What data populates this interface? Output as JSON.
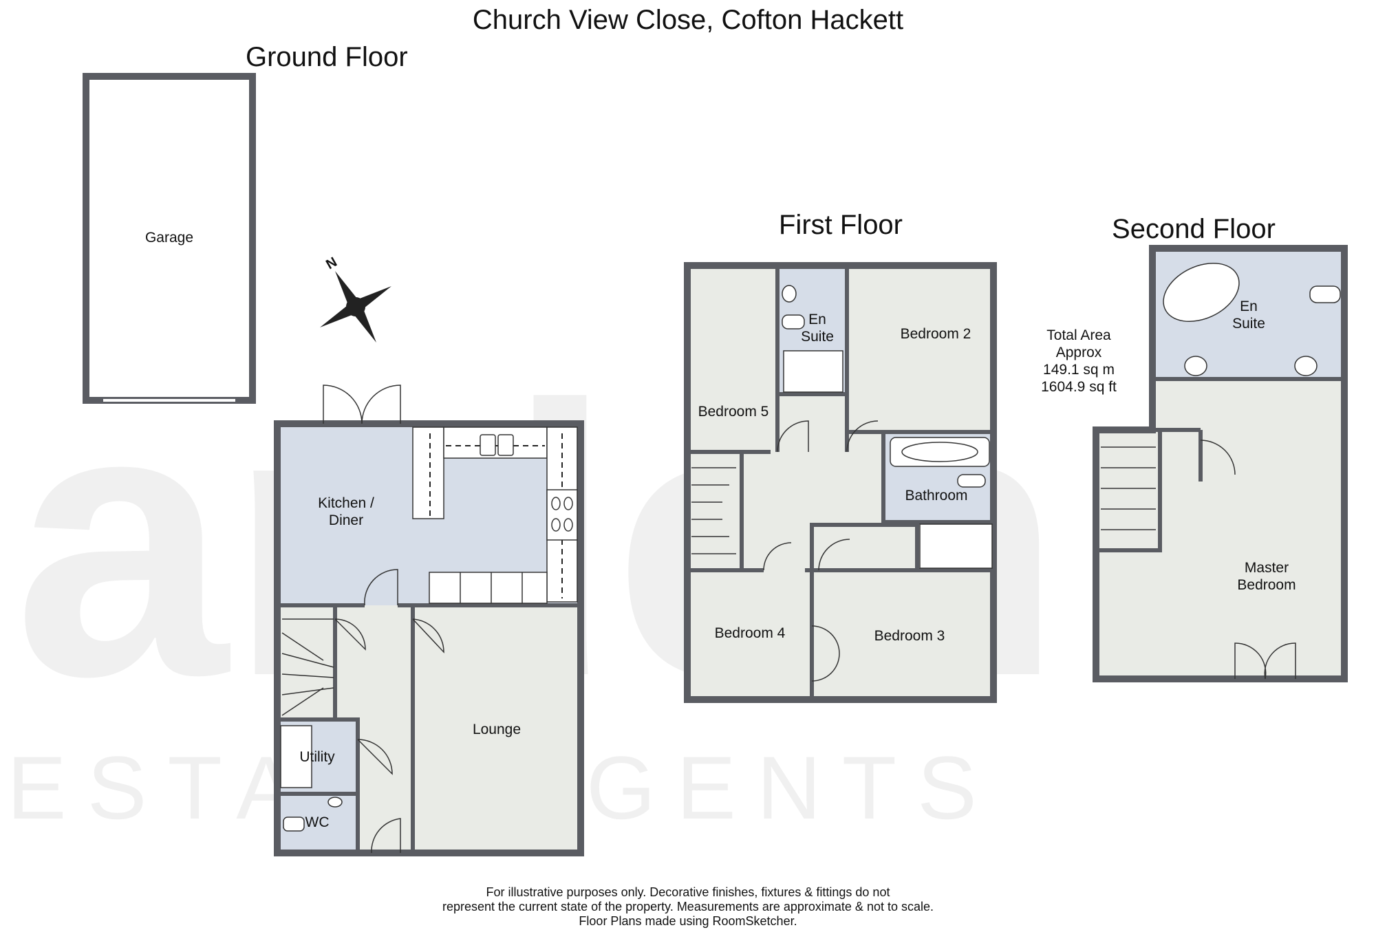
{
  "title": "Church View Close, Cofton Hackett",
  "floors": {
    "ground": {
      "heading": "Ground Floor",
      "rooms": [
        "Garage",
        "Kitchen /",
        "Diner",
        "Lounge",
        "Utility",
        "WC"
      ]
    },
    "first": {
      "heading": "First Floor",
      "rooms": [
        "Bedroom 5",
        "En",
        "Suite",
        "Bedroom 2",
        "Bathroom",
        "Bedroom 4",
        "Bedroom 3"
      ]
    },
    "second": {
      "heading": "Second Floor",
      "rooms": [
        "En",
        "Suite",
        "Master",
        "Bedroom"
      ]
    }
  },
  "total_area": {
    "line1": "Total Area",
    "line2": "Approx",
    "sqm": "149.1 sq m",
    "sqft": "1604.9 sq ft"
  },
  "compass": {
    "label": "N"
  },
  "watermark": {
    "logo": "arden",
    "tagline": "ESTATE AGENTS"
  },
  "footer": [
    "For illustrative purposes only. Decorative finishes, fixtures & fittings do not",
    "represent the current state of the property. Measurements are approximate & not to scale.",
    "Floor Plans made using RoomSketcher."
  ],
  "colors": {
    "wall": "#5a5c62",
    "wet_room": "#d6dde8",
    "room": "#e9ebe6",
    "garage": "#e4e5e6"
  }
}
